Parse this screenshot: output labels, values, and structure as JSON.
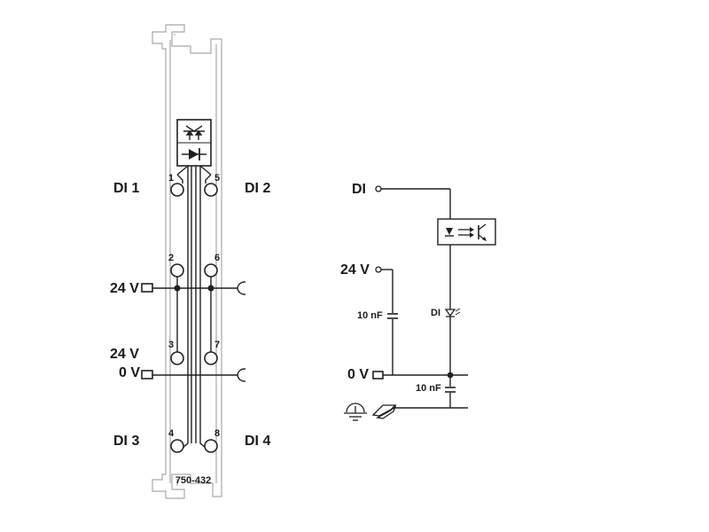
{
  "module": {
    "part_number": "750-432",
    "channels": [
      {
        "label": "DI 1",
        "pin": "1"
      },
      {
        "label": "DI 2",
        "pin": "5"
      },
      {
        "label": "DI 3",
        "pin": "4"
      },
      {
        "label": "DI 4",
        "pin": "8"
      }
    ],
    "supply": [
      {
        "label": "24 V",
        "pins": [
          "2",
          "6"
        ]
      },
      {
        "label": "24 V",
        "pins": [
          "3",
          "7"
        ]
      },
      {
        "label": "0 V"
      }
    ]
  },
  "schematic": {
    "input_label": "DI",
    "supply_label": "24 V",
    "ground_label": "0 V",
    "led_label": "DI",
    "capacitor_1": "10 nF",
    "capacitor_2": "10 nF"
  },
  "colors": {
    "line": "#231f20",
    "housing": "#a8a8a8",
    "background": "#ffffff"
  }
}
